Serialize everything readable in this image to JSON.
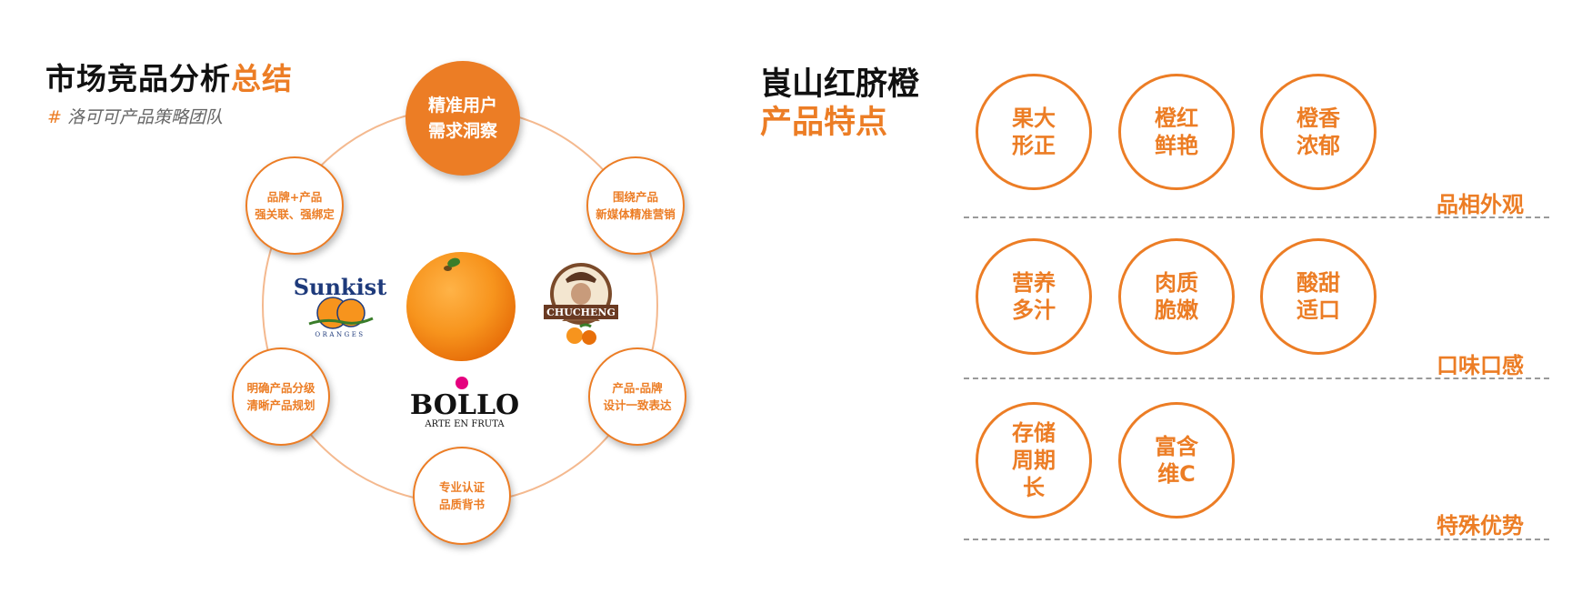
{
  "left_panel": {
    "title_main": "市场竞品分析",
    "title_accent": "总结",
    "subtitle_hash": "#",
    "subtitle_text": " 洛可可产品策略团队",
    "center_node": {
      "line1": "精准用户",
      "line2": "需求洞察"
    },
    "nodes": [
      {
        "line1": "品牌+产品",
        "line2": "强关联、强绑定"
      },
      {
        "line1": "围绕产品",
        "line2": "新媒体精准营销"
      },
      {
        "line1": "明确产品分级",
        "line2": "清晰产品规划"
      },
      {
        "line1": "产品-品牌",
        "line2": "设计一致表达"
      },
      {
        "line1": "专业认证",
        "line2": "品质背书"
      }
    ],
    "logos": {
      "sunkist_name": "Sunkist",
      "sunkist_sub": "ORANGES",
      "chucheng_name": "CHUCHENG",
      "bollo_name": "BOLLO",
      "bollo_sub": "ARTE EN FRUTA"
    }
  },
  "right_panel": {
    "title_line1": "崀山红脐橙",
    "title_line2": "产品特点",
    "groups": [
      {
        "category": "品相外观",
        "features": [
          {
            "line1": "果大",
            "line2": "形正"
          },
          {
            "line1": "橙红",
            "line2": "鲜艳"
          },
          {
            "line1": "橙香",
            "line2": "浓郁"
          }
        ]
      },
      {
        "category": "口味口感",
        "features": [
          {
            "line1": "营养",
            "line2": "多汁"
          },
          {
            "line1": "肉质",
            "line2": "脆嫩"
          },
          {
            "line1": "酸甜",
            "line2": "适口"
          }
        ]
      },
      {
        "category": "特殊优势",
        "features": [
          {
            "line1": "存储",
            "line2": "周期",
            "line3": "长"
          },
          {
            "line1": "富含",
            "line2": "维C"
          }
        ]
      }
    ]
  },
  "colors": {
    "accent": "#ec7d25",
    "ring": "#f4b98f",
    "dash": "#9a9a9a"
  }
}
